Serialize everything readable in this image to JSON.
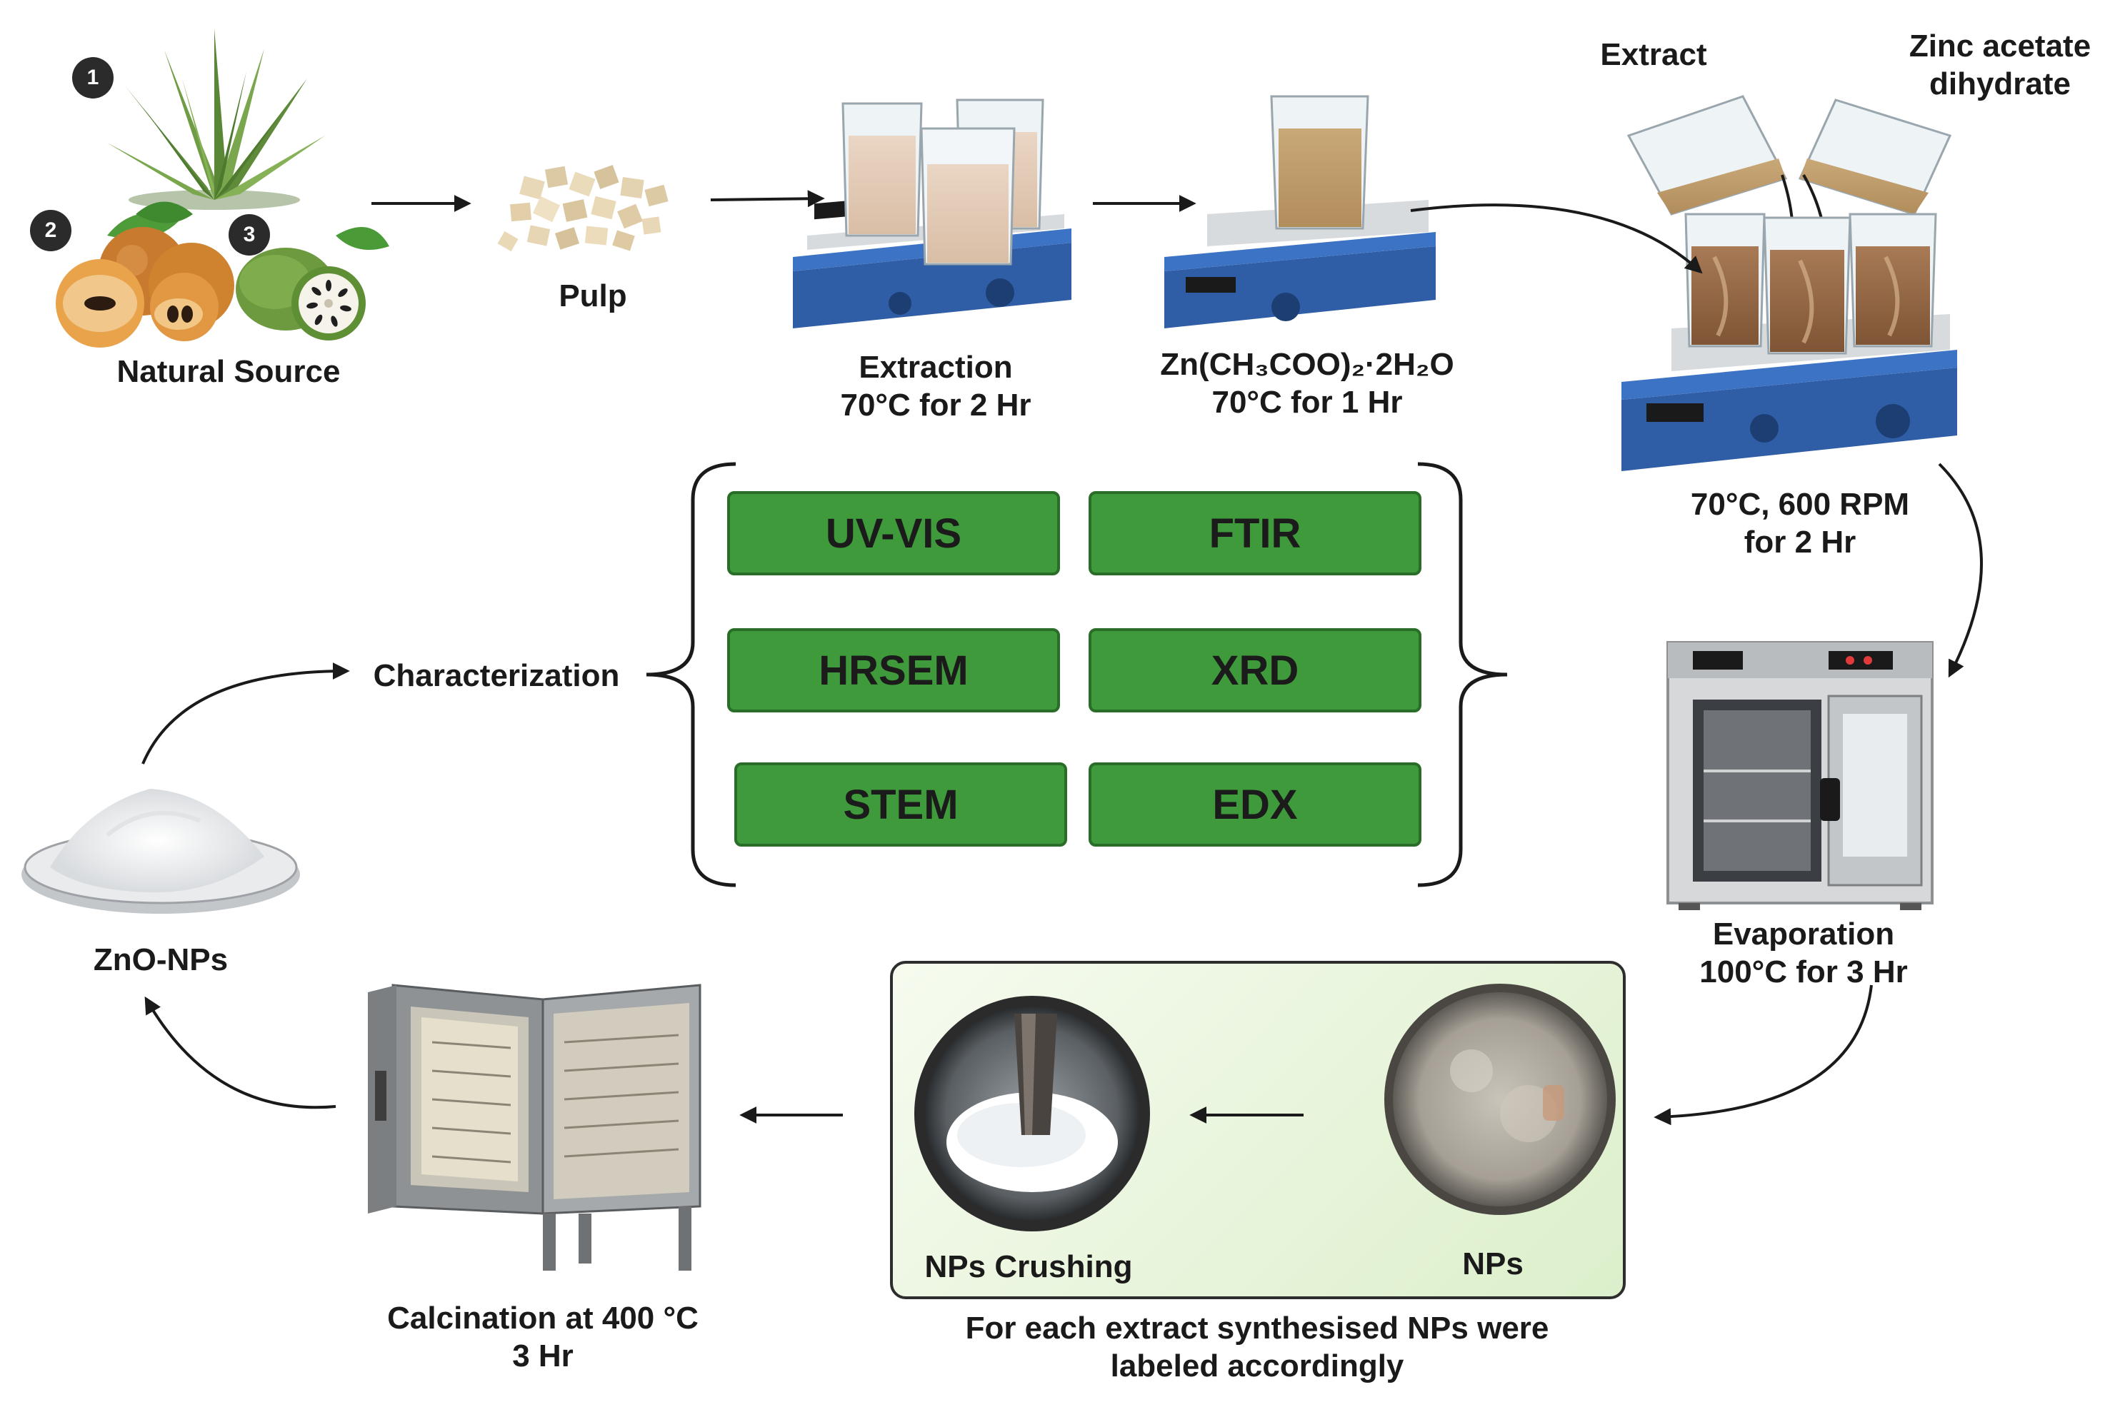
{
  "labels": {
    "natural_source": "Natural Source",
    "pulp": "Pulp",
    "extraction": [
      "Extraction",
      "70°C for 2 Hr"
    ],
    "zinc_step": [
      "Zn(CH₃COO)₂·2H₂O",
      "70°C for 1 Hr"
    ],
    "extract": "Extract",
    "zinc_acetate": [
      "Zinc acetate",
      "dihydrate"
    ],
    "stirring": [
      "70°C, 600 RPM",
      "for 2 Hr"
    ],
    "evaporation": [
      "Evaporation",
      "100°C for 3 Hr"
    ],
    "nps_crushing": "NPs Crushing",
    "nps": "NPs",
    "panel_caption": [
      "For each extract synthesised NPs were",
      "labeled accordingly"
    ],
    "calcination": [
      "Calcination at 400 °C",
      "3 Hr"
    ],
    "zno": "ZnO-NPs",
    "characterization": "Characterization"
  },
  "source_numbers": [
    "1",
    "2",
    "3"
  ],
  "techniques": [
    "UV-VIS",
    "FTIR",
    "HRSEM",
    "XRD",
    "STEM",
    "EDX"
  ],
  "colors": {
    "technique_box": "#3f9a3b",
    "panel_bg": "#e6f3d9",
    "hotplate": "#2f5ea6"
  }
}
